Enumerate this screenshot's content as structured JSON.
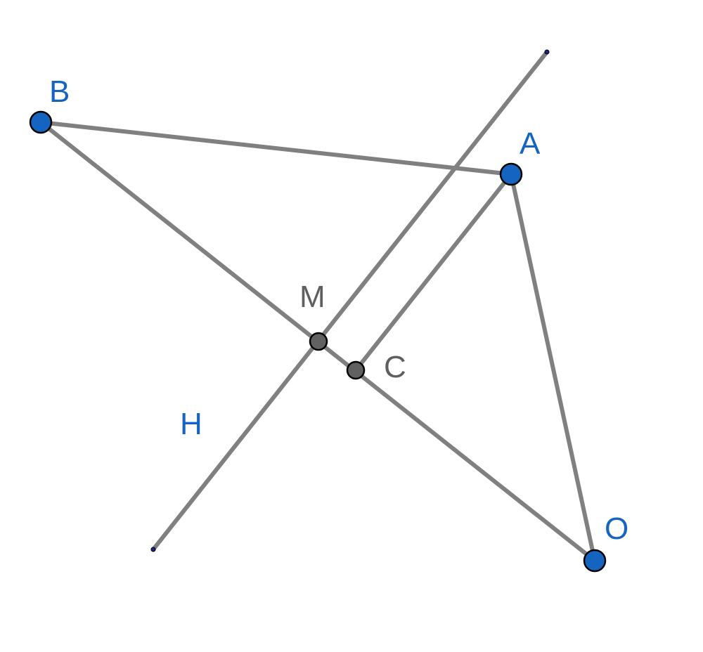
{
  "labels": {
    "B": "B",
    "A": "A",
    "M": "M",
    "C": "C",
    "H": "H",
    "O": "O"
  },
  "colors": {
    "segment": "#808080",
    "main_point": "#1565c0",
    "aux_point": "#616161",
    "main_label": "#1565c0",
    "aux_label": "#5f5f5f"
  }
}
